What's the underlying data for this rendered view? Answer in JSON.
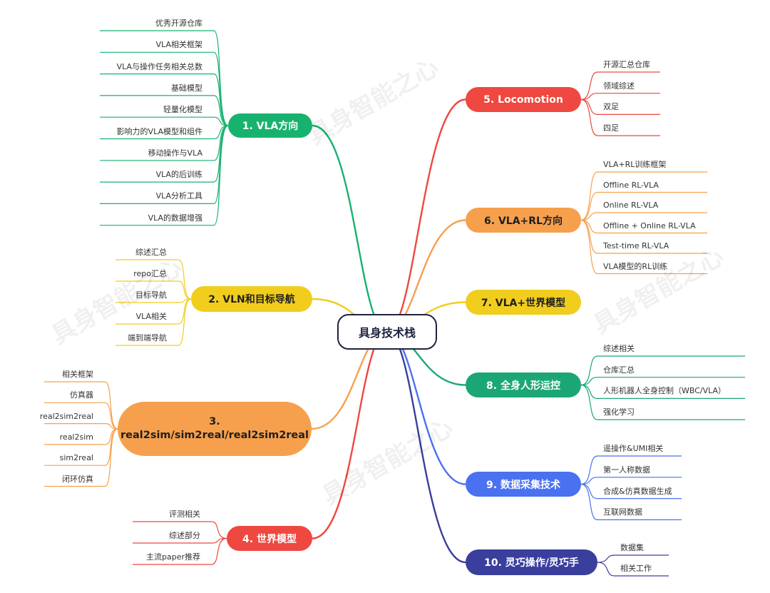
{
  "center": "具身技术栈",
  "watermark": "具身智能之心",
  "colors": {
    "green": "#18b26f",
    "yellow": "#f1cd1d",
    "orange": "#f6a04d",
    "red": "#ee4840",
    "teal": "#1ba775",
    "blue": "#4a71f0",
    "indigo": "#3a3e9c"
  },
  "branches": [
    {
      "id": "b1",
      "label": "1. VLA方向",
      "side": "left",
      "color": "#18b26f",
      "text_color": "#ffffff",
      "leaves": [
        "优秀开源仓库",
        "VLA相关框架",
        "VLA与操作任务相关总数",
        "基础模型",
        "轻量化模型",
        "影响力的VLA模型和组件",
        "移动操作与VLA",
        "VLA的后训练",
        "VLA分析工具",
        "VLA的数据增强"
      ]
    },
    {
      "id": "b2",
      "label": "2. VLN和目标导航",
      "side": "left",
      "color": "#f1cd1d",
      "text_color": "#1f1f1f",
      "leaves": [
        "综述汇总",
        "repo汇总",
        "目标导航",
        "VLA相关",
        "端到端导航"
      ]
    },
    {
      "id": "b3",
      "label": "3. real2sim/sim2real/real2sim2real",
      "side": "left",
      "color": "#f6a04d",
      "text_color": "#1f1f1f",
      "leaves": [
        "相关框架",
        "仿真器",
        "real2sim2real",
        "real2sim",
        "sim2real",
        "闭环仿真"
      ]
    },
    {
      "id": "b4",
      "label": "4. 世界模型",
      "side": "left",
      "color": "#ee4840",
      "text_color": "#ffffff",
      "leaves": [
        "评测相关",
        "综述部分",
        "主流paper推荐"
      ]
    },
    {
      "id": "b5",
      "label": "5. Locomotion",
      "side": "right",
      "color": "#ee4840",
      "text_color": "#ffffff",
      "leaves": [
        "开源汇总仓库",
        "领域综述",
        "双足",
        "四足"
      ]
    },
    {
      "id": "b6",
      "label": "6. VLA+RL方向",
      "side": "right",
      "color": "#f6a04d",
      "text_color": "#1f1f1f",
      "leaves": [
        "VLA+RL训练框架",
        "Offline RL-VLA",
        "Online RL-VLA",
        "Offline + Online RL-VLA",
        "Test-time RL-VLA",
        "VLA模型的RL训练"
      ]
    },
    {
      "id": "b7",
      "label": "7. VLA+世界模型",
      "side": "right",
      "color": "#f1cd1d",
      "text_color": "#1f1f1f",
      "leaves": []
    },
    {
      "id": "b8",
      "label": "8. 全身人形运控",
      "side": "right",
      "color": "#1ba775",
      "text_color": "#ffffff",
      "leaves": [
        "综述相关",
        "仓库汇总",
        "人形机器人全身控制（WBC/VLA）",
        "强化学习"
      ]
    },
    {
      "id": "b9",
      "label": "9. 数据采集技术",
      "side": "right",
      "color": "#4a71f0",
      "text_color": "#ffffff",
      "leaves": [
        "遥操作&UMI相关",
        "第一人称数据",
        "合成&仿真数据生成",
        "互联网数据"
      ]
    },
    {
      "id": "b10",
      "label": "10. 灵巧操作/灵巧手",
      "side": "right",
      "color": "#3a3e9c",
      "text_color": "#ffffff",
      "leaves": [
        "数据集",
        "相关工作"
      ]
    }
  ]
}
